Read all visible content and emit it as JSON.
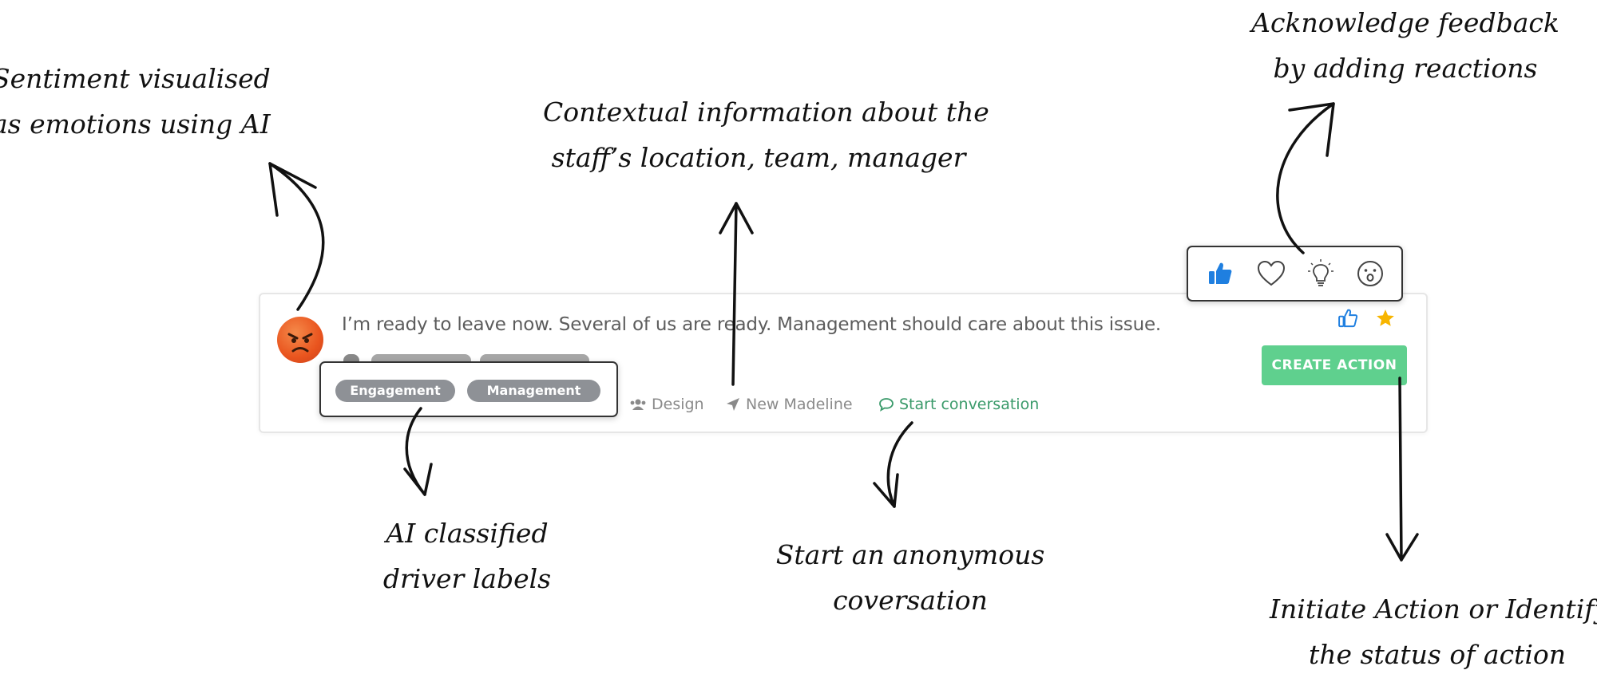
{
  "annotations": {
    "sentiment": [
      "Sentiment visualised",
      "as emotions using AI"
    ],
    "context": [
      "Contextual  information about the",
      "staff’s location, team, manager"
    ],
    "reactions": [
      "Acknowledge feedback",
      "by adding reactions"
    ],
    "labels": [
      "AI classified",
      "driver labels"
    ],
    "conversation": [
      "Start an anonymous",
      "coversation"
    ],
    "action": [
      "Initiate Action or Identify",
      "the status of action"
    ]
  },
  "feedback": {
    "sentiment_icon": "angry-face-emoji",
    "text": "I’m ready to leave now. Several of us are ready. Management should care about this issue.",
    "tags": [
      "Engagement",
      "Management"
    ],
    "team": "Design",
    "manager": "New Madeline",
    "conversation_link": "Start conversation",
    "create_action_label": "CREATE ACTION"
  },
  "reactions": [
    "thumbs-up-icon",
    "heart-icon",
    "lightbulb-icon",
    "surprised-face-icon"
  ],
  "status_icons": [
    "thumbs-up-icon",
    "star-icon"
  ],
  "colors": {
    "accent_green": "#5fd08e",
    "link_green": "#3a9a6a",
    "tag_gray": "#8e9196",
    "thumb_blue": "#1f7fe0",
    "star_yellow": "#f7b500"
  }
}
